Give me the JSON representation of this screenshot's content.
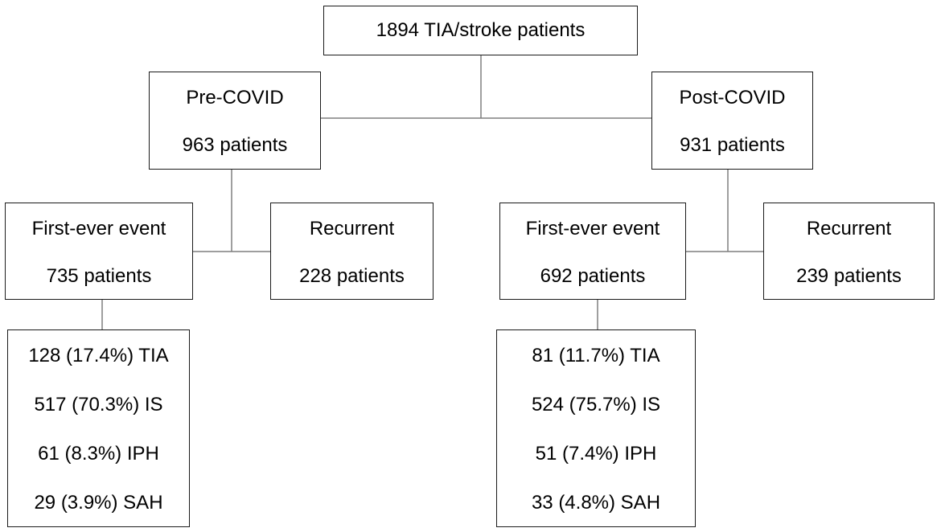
{
  "root": {
    "label": "1894 TIA/stroke patients"
  },
  "pre_covid": {
    "title": "Pre-COVID",
    "count": "963 patients",
    "first_ever": {
      "title": "First-ever event",
      "count": "735 patients"
    },
    "recurrent": {
      "title": "Recurrent",
      "count": "228 patients"
    },
    "breakdown": [
      "128 (17.4%) TIA",
      "517 (70.3%) IS",
      "61 (8.3%) IPH",
      "29 (3.9%) SAH"
    ]
  },
  "post_covid": {
    "title": "Post-COVID",
    "count": "931 patients",
    "first_ever": {
      "title": "First-ever event",
      "count": "692 patients"
    },
    "recurrent": {
      "title": "Recurrent",
      "count": "239 patients"
    },
    "breakdown": [
      "81 (11.7%) TIA",
      "524 (75.7%) IS",
      "51 (7.4%) IPH",
      "33 (4.8%) SAH"
    ]
  },
  "colors": {
    "box_border": "#1a1a1a",
    "connector": "#7f7f7f",
    "text": "#000000"
  }
}
